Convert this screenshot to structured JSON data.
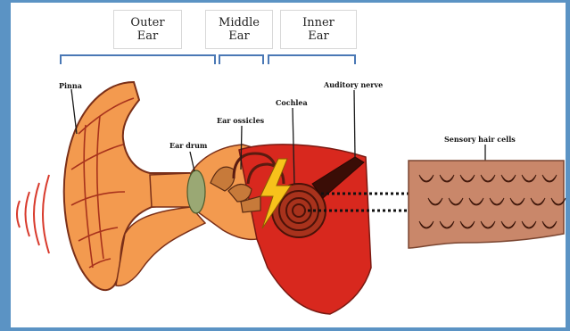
{
  "colors": {
    "frame": "#5b93c4",
    "bracket": "#4a78b5",
    "ear_orange": "#f39a4f",
    "ear_dark": "#7a2f18",
    "inner_red": "#d8281e",
    "hair_band": "#c9876a",
    "lightning": "#f7c21b"
  },
  "sections": [
    {
      "line1": "Outer",
      "line2": "Ear"
    },
    {
      "line1": "Middle",
      "line2": "Ear"
    },
    {
      "line1": "Inner",
      "line2": "Ear"
    }
  ],
  "labels": {
    "pinna": "Pinna",
    "ear_drum": "Ear drum",
    "ear_ossicles": "Ear ossicles",
    "cochlea": "Cochlea",
    "auditory_nerve": "Auditory nerve",
    "sensory_hair_cells": "Sensory hair cells"
  },
  "icons": [
    "sound-waves-icon",
    "lightning-bolt-icon"
  ]
}
